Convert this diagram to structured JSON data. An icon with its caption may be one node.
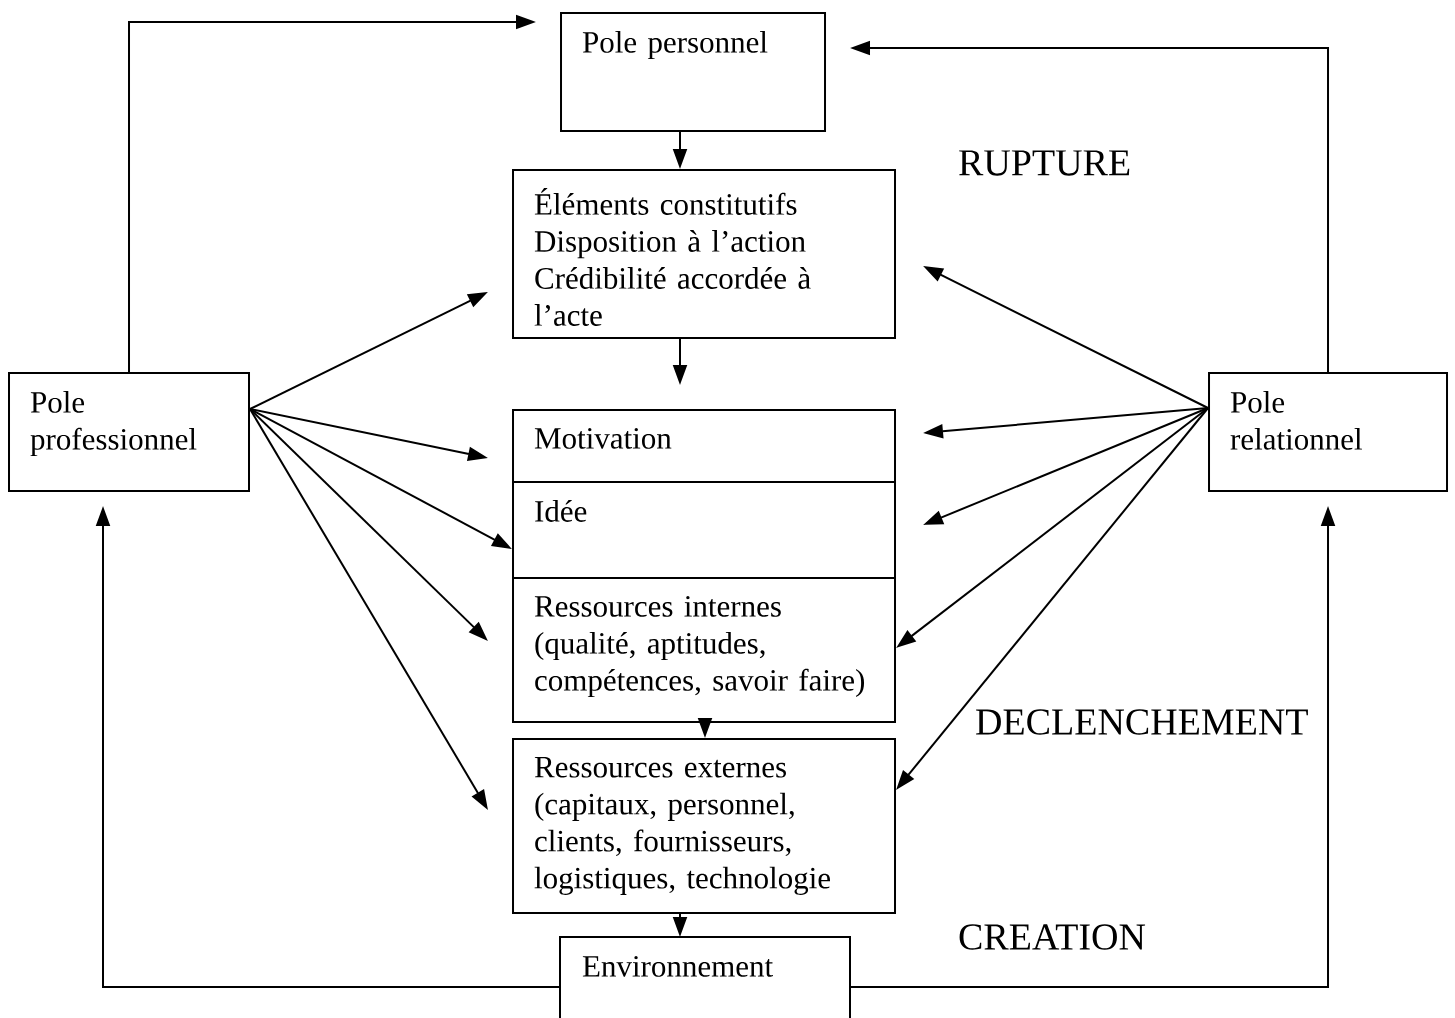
{
  "diagram": {
    "nodes": [
      {
        "text": [
          "Pole personnel"
        ]
      },
      {
        "text": [
          "Éléments constitutifs",
          "Disposition à l’action",
          "Crédibilité accordée à l’acte"
        ]
      },
      {
        "text": [
          "Motivation"
        ]
      },
      {
        "text": [
          "Idée"
        ]
      },
      {
        "text": [
          "Ressources internes",
          "(qualité, aptitudes, compétences, savoir faire)"
        ]
      },
      {
        "text": [
          "Ressources externes",
          "(capitaux, personnel, clients, fournisseurs, logistiques, technologie"
        ]
      },
      {
        "text": [
          "Environnement"
        ]
      },
      {
        "text": [
          "Pole professionnel"
        ]
      },
      {
        "text": [
          "Pole relationnel"
        ]
      }
    ],
    "edges": [
      {
        "from": 7,
        "to": 0,
        "arrow": "to"
      },
      {
        "from": 8,
        "to": 0,
        "arrow": "to"
      },
      {
        "from": 0,
        "to": 1,
        "arrow": "to"
      },
      {
        "from": 1,
        "to": 2,
        "arrow": "to"
      },
      {
        "from": 4,
        "to": 5,
        "arrow": "to"
      },
      {
        "from": 5,
        "to": 6,
        "arrow": "to"
      },
      {
        "from": 7,
        "to": 1,
        "arrow": "to"
      },
      {
        "from": 7,
        "to": 2,
        "arrow": "to"
      },
      {
        "from": 7,
        "to": 3,
        "arrow": "to"
      },
      {
        "from": 7,
        "to": 4,
        "arrow": "to"
      },
      {
        "from": 7,
        "to": 5,
        "arrow": "to"
      },
      {
        "from": 8,
        "to": 1,
        "arrow": "to"
      },
      {
        "from": 8,
        "to": 2,
        "arrow": "to"
      },
      {
        "from": 8,
        "to": 3,
        "arrow": "to"
      },
      {
        "from": 8,
        "to": 4,
        "arrow": "to"
      },
      {
        "from": 8,
        "to": 5,
        "arrow": "to"
      },
      {
        "from": 6,
        "to": 7,
        "arrow": "to"
      },
      {
        "from": 6,
        "to": 8,
        "arrow": "to"
      }
    ],
    "labels": [
      "RUPTURE",
      "DECLENCHEMENT",
      "CREATION"
    ]
  }
}
